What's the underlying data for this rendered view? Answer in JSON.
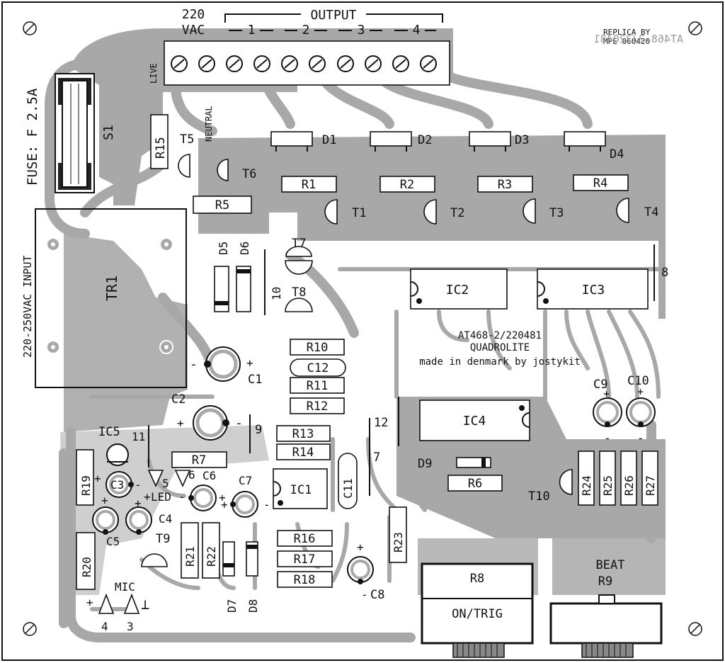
{
  "header": {
    "voltage_line1": "220",
    "voltage_line2": "VAC",
    "output_title": "OUTPUT",
    "output_numbers": [
      "1",
      "2",
      "3",
      "4"
    ],
    "replica_line1": "REPLICA BY",
    "replica_line2": "MPE 060420",
    "mirror_code": "AT468-2/220481"
  },
  "terminal_labels": {
    "live": "LIVE",
    "neutral": "NEUTRAL"
  },
  "fuse": {
    "text": "FUSE: F 2.5A",
    "switch_label": "S1"
  },
  "transformer": {
    "label": "TR1",
    "input_label": "220-250VAC INPUT"
  },
  "board_info": {
    "code": "AT468-2/220481",
    "name": "QUADROLITE",
    "maker": "made in denmark by jostykit"
  },
  "components": {
    "diodes_top": [
      "D1",
      "D2",
      "D3",
      "D4"
    ],
    "resistors_top": [
      "R1",
      "R2",
      "R3",
      "R4"
    ],
    "transistors_top": [
      "T1",
      "T2",
      "T3",
      "T4"
    ],
    "r5": "R5",
    "r15": "R15",
    "t5": "T5",
    "t6": "T6",
    "d5": "D5",
    "d6": "D6",
    "t7": "T7",
    "t8": "T8",
    "jumper10": "10",
    "ic2": "IC2",
    "ic3": "IC3",
    "jumper8": "8",
    "r10": "R10",
    "c12": "C12",
    "r11": "R11",
    "r12": "R12",
    "c1": "C1",
    "c2": "C2",
    "jumper9": "9",
    "r13": "R13",
    "r14": "R14",
    "jumper12": "12",
    "jumper7": "7",
    "ic4": "IC4",
    "d9": "D9",
    "r6": "R6",
    "c9": "C9",
    "c10": "C10",
    "r24": "R24",
    "r25": "R25",
    "r26": "R26",
    "r27": "R27",
    "t10": "T10",
    "ic5": "IC5",
    "jumper11": "11",
    "r19": "R19",
    "c3": "C3",
    "jumper5": "5",
    "jumper6": "6",
    "r7": "R7",
    "c6": "C6",
    "c7": "C7",
    "led": "LED",
    "c4": "C4",
    "c5": "C5",
    "ic1": "IC1",
    "c11": "C11",
    "r23": "R23",
    "r20": "R20",
    "t9": "T9",
    "r21": "R21",
    "r22": "R22",
    "d7": "D7",
    "d8": "D8",
    "r16": "R16",
    "r17": "R17",
    "r18": "R18",
    "c8": "C8",
    "r8": "R8",
    "on_trig": "ON/TRIG",
    "beat": "BEAT",
    "r9": "R9",
    "mic": "MIC",
    "mic_plus": "+",
    "pin4": "4",
    "pin3": "3",
    "ground_symbol": "⊥"
  },
  "polarity": {
    "plus": "+",
    "minus": "-"
  }
}
